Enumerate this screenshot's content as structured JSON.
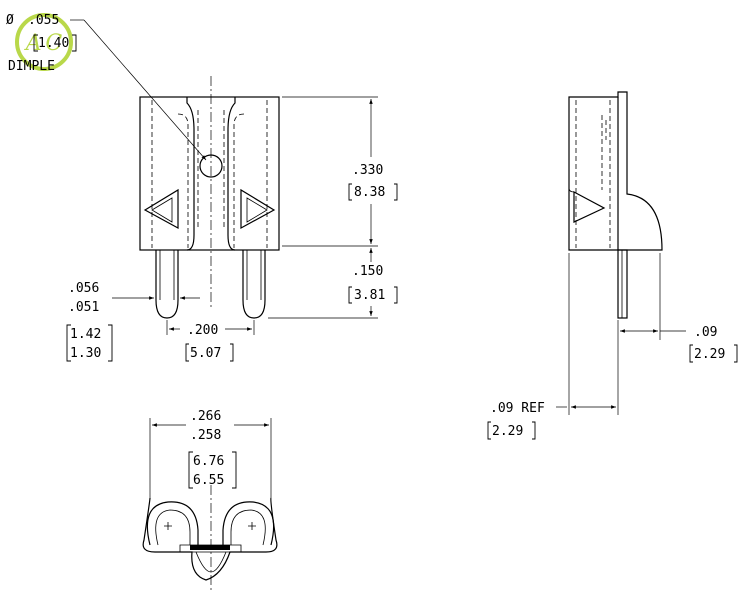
{
  "callout": {
    "diameter_symbol": "Ø",
    "dia_in": ".055",
    "dia_mm": "1.40",
    "note": "DIMPLE"
  },
  "dims": {
    "height_in": ".330",
    "height_mm": "8.38",
    "pin_len_in": ".150",
    "pin_len_mm": "3.81",
    "pin_dia_max_in": ".056",
    "pin_dia_min_in": ".051",
    "pin_dia_max_mm": "1.42",
    "pin_dia_min_mm": "1.30",
    "pitch_in": ".200",
    "pitch_mm": "5.07",
    "width_max_in": ".266",
    "width_min_in": ".258",
    "width_max_mm": "6.76",
    "width_min_mm": "6.55",
    "side_in": ".09",
    "side_mm": "2.29",
    "ref_in": ".09 REF",
    "ref_mm": "2.29"
  },
  "logo": {
    "text": "A C"
  },
  "colors": {
    "line": "#000000",
    "logo": "#b9d84a",
    "background": "#ffffff"
  }
}
